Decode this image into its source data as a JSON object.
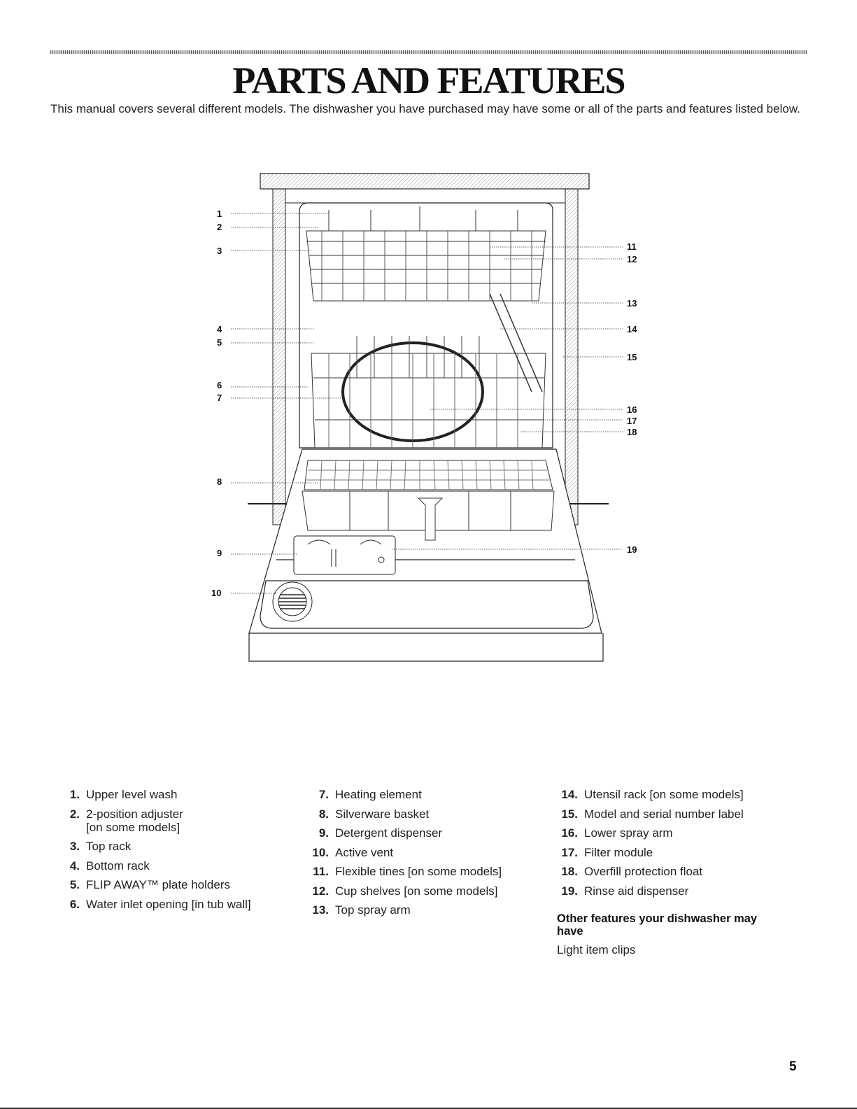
{
  "title": "PARTS AND FEATURES",
  "intro": "This manual covers several different models. The dishwasher you have purchased may have some or all of the parts and features listed below.",
  "callouts": {
    "c1": "1",
    "c2": "2",
    "c3": "3",
    "c4": "4",
    "c5": "5",
    "c6": "6",
    "c7": "7",
    "c8": "8",
    "c9": "9",
    "c10": "10",
    "c11": "11",
    "c12": "12",
    "c13": "13",
    "c14": "14",
    "c15": "15",
    "c16": "16",
    "c17": "17",
    "c18": "18",
    "c19": "19"
  },
  "parts": {
    "col1": [
      {
        "num": "1.",
        "label": "Upper level wash"
      },
      {
        "num": "2.",
        "label": "2-position adjuster\n[on some models]"
      },
      {
        "num": "3.",
        "label": "Top rack"
      },
      {
        "num": "4.",
        "label": "Bottom rack"
      },
      {
        "num": "5.",
        "label": "FLIP AWAY™ plate holders"
      },
      {
        "num": "6.",
        "label": "Water inlet opening [in tub wall]"
      }
    ],
    "col2": [
      {
        "num": "7.",
        "label": "Heating element"
      },
      {
        "num": "8.",
        "label": "Silverware basket"
      },
      {
        "num": "9.",
        "label": "Detergent dispenser"
      },
      {
        "num": "10.",
        "label": "Active vent"
      },
      {
        "num": "11.",
        "label": "Flexible tines [on some models]"
      },
      {
        "num": "12.",
        "label": "Cup shelves [on some models]"
      },
      {
        "num": "13.",
        "label": "Top spray arm"
      }
    ],
    "col3": [
      {
        "num": "14.",
        "label": "Utensil rack [on some models]"
      },
      {
        "num": "15.",
        "label": "Model and serial number label"
      },
      {
        "num": "16.",
        "label": "Lower spray arm"
      },
      {
        "num": "17.",
        "label": "Filter module"
      },
      {
        "num": "18.",
        "label": "Overfill protection float"
      },
      {
        "num": "19.",
        "label": "Rinse aid dispenser"
      }
    ]
  },
  "other_features": {
    "heading": "Other features your dishwasher may have",
    "item": "Light item clips"
  },
  "page_number": "5"
}
